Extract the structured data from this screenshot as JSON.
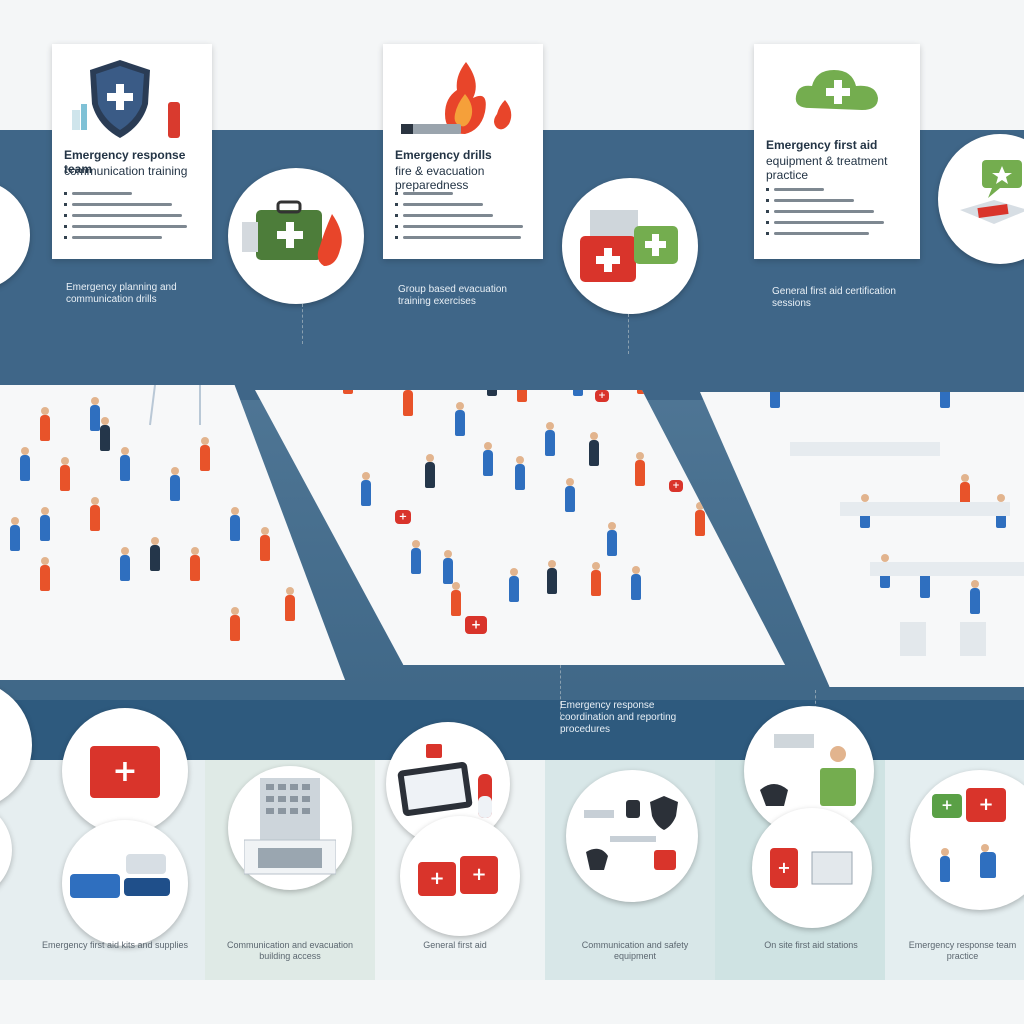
{
  "cards": {
    "left": {
      "title": "Emergency response team",
      "subtitle": "communication training"
    },
    "center": {
      "title": "Emergency drills",
      "subtitle": "fire & evacuation preparedness"
    },
    "right": {
      "title": "Emergency first aid",
      "subtitle": "equipment & treatment practice"
    }
  },
  "blurbs": {
    "left": "Emergency planning and communication drills",
    "center": "Group based evacuation training exercises",
    "right": "General first aid certification sessions",
    "lower": "Emergency response coordination and reporting procedures"
  },
  "captions": {
    "c1": "Emergency first aid kits and supplies",
    "c2": "Communication and evacuation building access",
    "c3": "General first aid",
    "c4": "Communication and safety equipment",
    "c5": "On site first aid stations",
    "c6": "Emergency response team practice"
  },
  "icons": [
    "shield-icon",
    "fire-icon",
    "cloud-plus-icon",
    "first-aid-kit-icon",
    "chat-icon",
    "building-icon",
    "tablet-icon",
    "lock-icon",
    "laptop-icon"
  ],
  "colors": {
    "band": "#3f6688",
    "safety_red": "#e23a2e",
    "accent_green": "#74ad4f",
    "responder_orange": "#e8532a",
    "responder_blue": "#2f6fbf"
  }
}
